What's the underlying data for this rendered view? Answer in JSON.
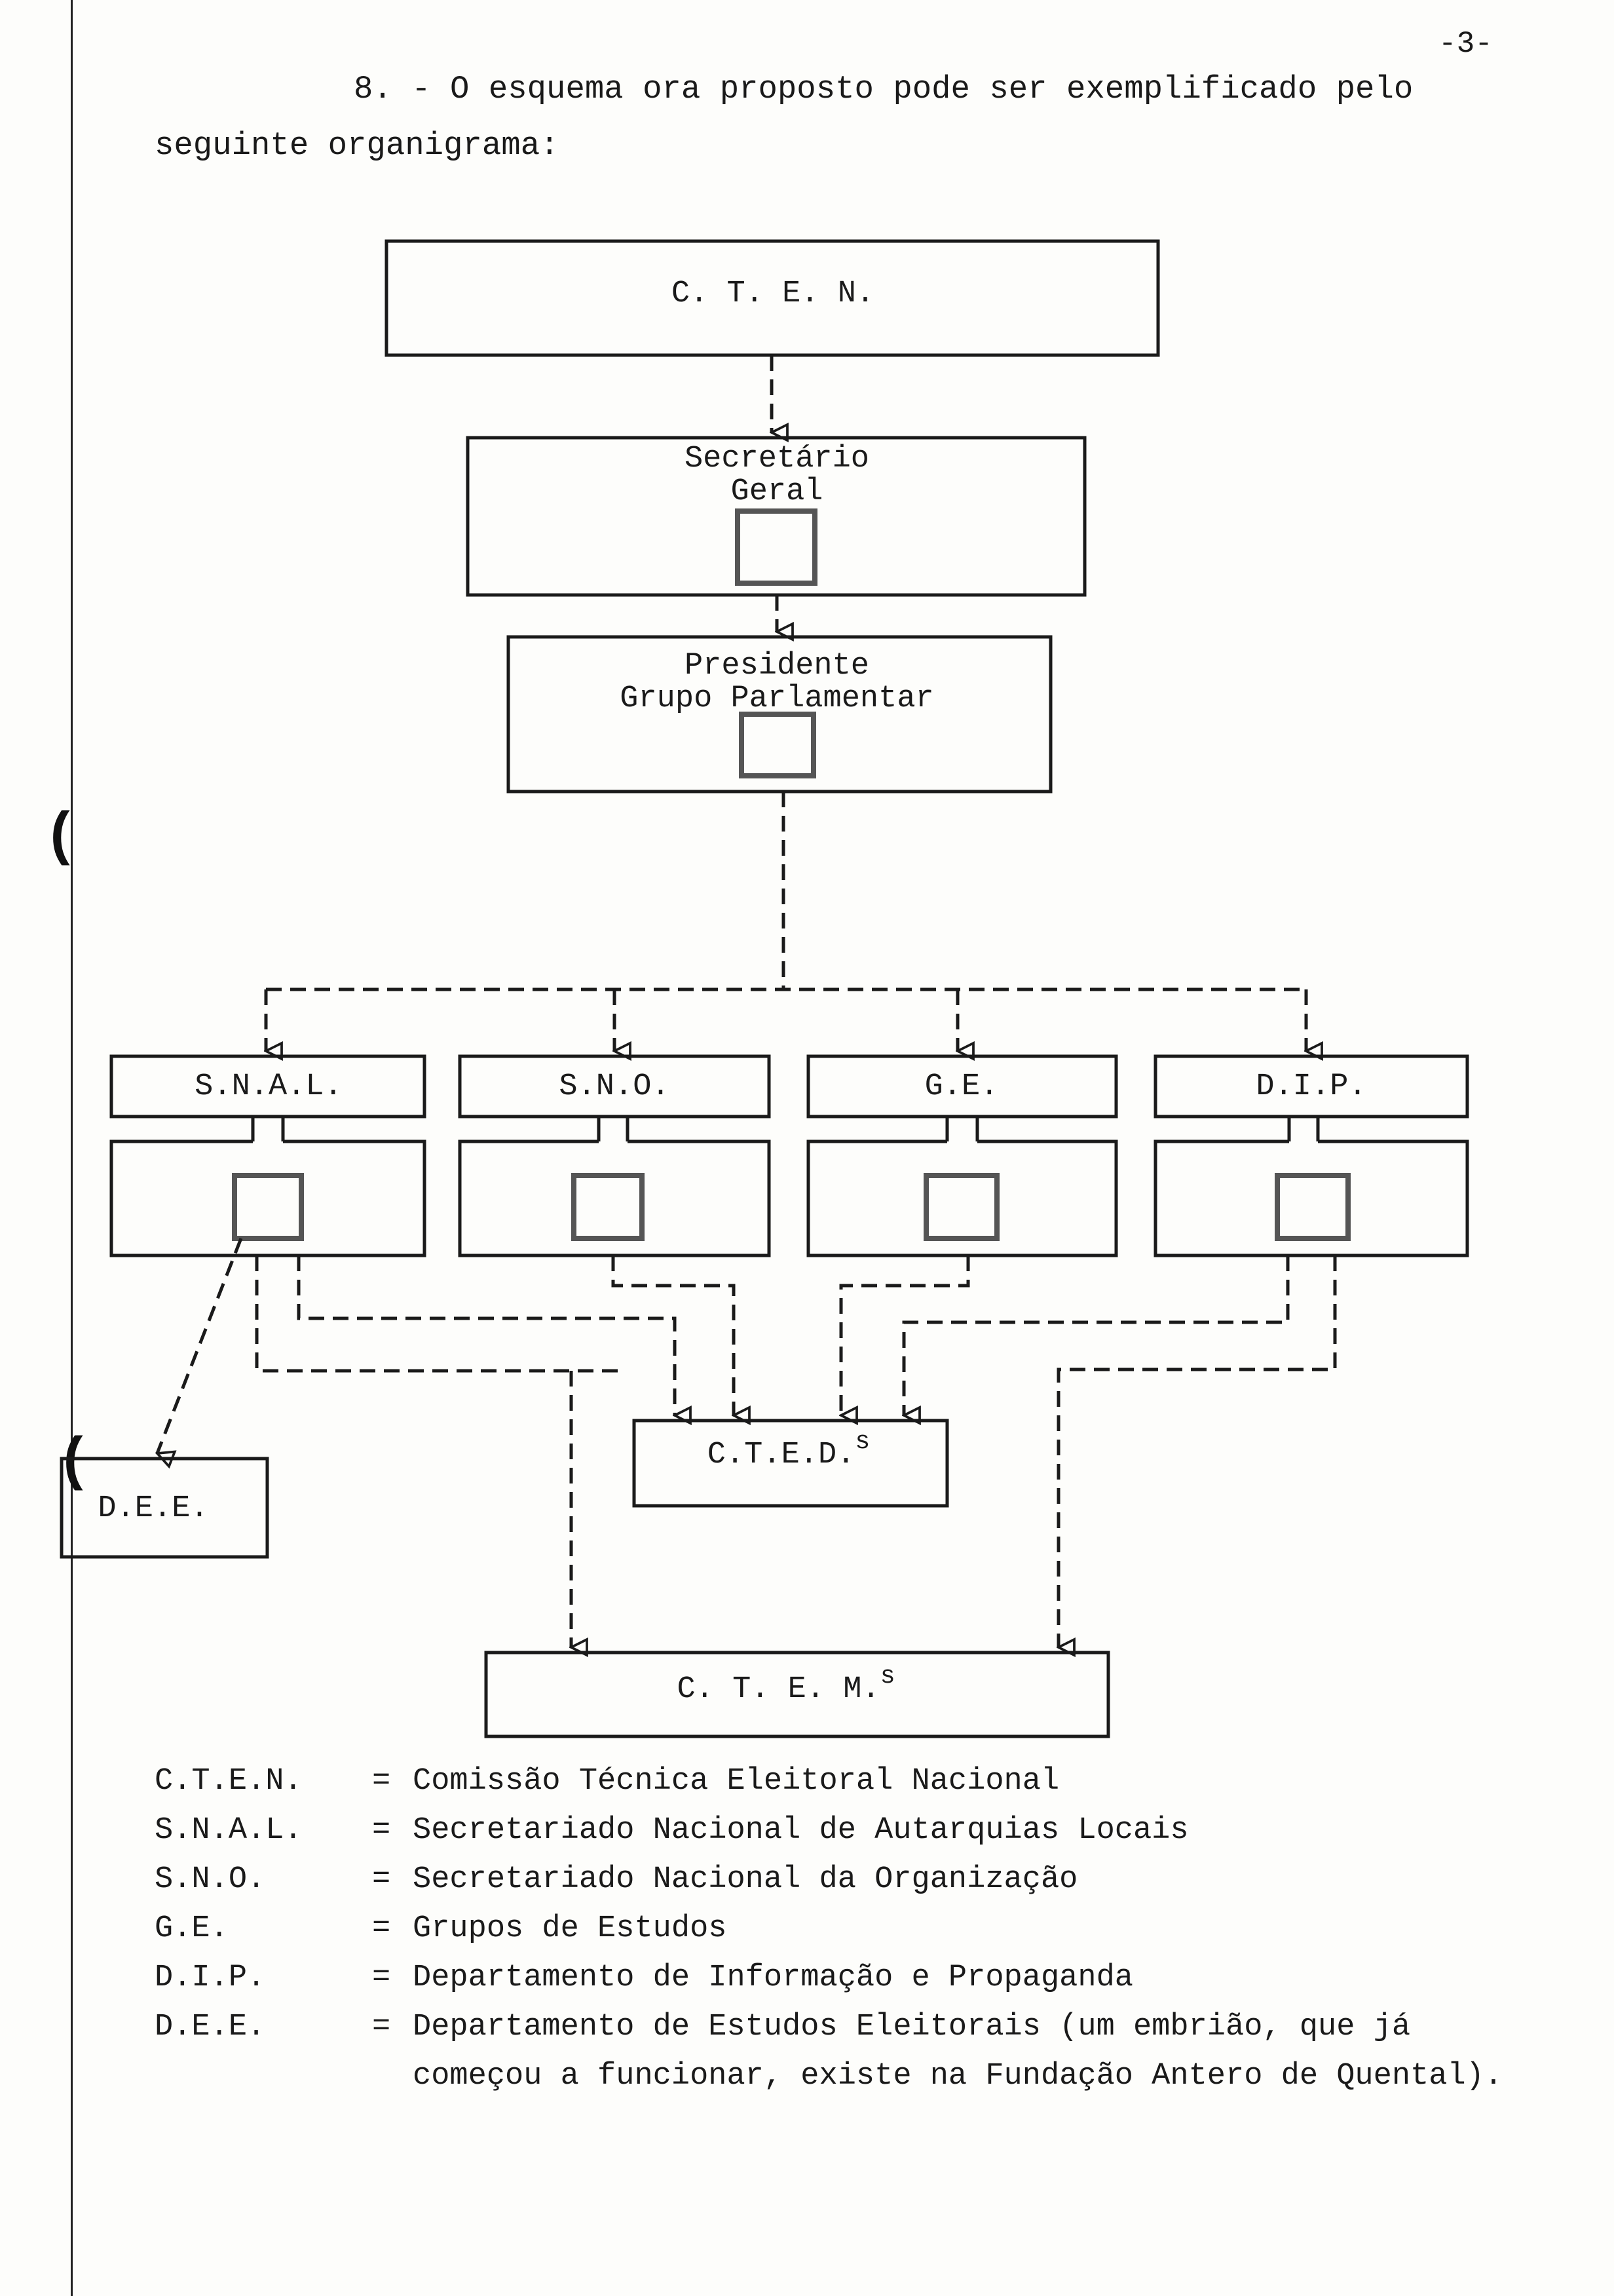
{
  "page": {
    "number": "-3-",
    "paragraph_line1": "8. - O esquema ora proposto pode ser exemplificado pelo",
    "paragraph_line2": "seguinte organigrama:"
  },
  "chart": {
    "nodes": {
      "cten": {
        "label": "C. T. E. N."
      },
      "secretario": {
        "line1": "Secretário",
        "line2": "Geral"
      },
      "presidente": {
        "line1": "Presidente",
        "line2": "Grupo Parlamentar"
      },
      "snal": {
        "label": "S.N.A.L."
      },
      "sno": {
        "label": "S.N.O."
      },
      "ge": {
        "label": "G.E."
      },
      "dip": {
        "label": "D.I.P."
      },
      "cted": {
        "label": "C.T.E.D.",
        "sup": "s"
      },
      "dee": {
        "label": "D.E.E."
      },
      "ctem": {
        "label": "C. T. E. M.",
        "sup": "s"
      }
    }
  },
  "legend": [
    {
      "abbr": "C.T.E.N.",
      "eq": "=",
      "definition": "Comissão Técnica Eleitoral Nacional"
    },
    {
      "abbr": "S.N.A.L.",
      "eq": "=",
      "definition": "Secretariado Nacional de Autarquias Locais"
    },
    {
      "abbr": "S.N.O.",
      "eq": "=",
      "definition": "Secretariado Nacional da Organização"
    },
    {
      "abbr": "G.E.",
      "eq": "=",
      "definition": "Grupos de Estudos"
    },
    {
      "abbr": "D.I.P.",
      "eq": "=",
      "definition": "Departamento de Informação e Propaganda"
    },
    {
      "abbr": "D.E.E.",
      "eq": "=",
      "definition": "Departamento de Estudos Eleitorais (um embrião, que já",
      "continuation": "começou a funcionar, existe na Fundação Antero de Quental)."
    }
  ],
  "colors": {
    "ink": "#1a1a1a",
    "paper": "#fdfdfb",
    "inner_square": "#555555"
  }
}
